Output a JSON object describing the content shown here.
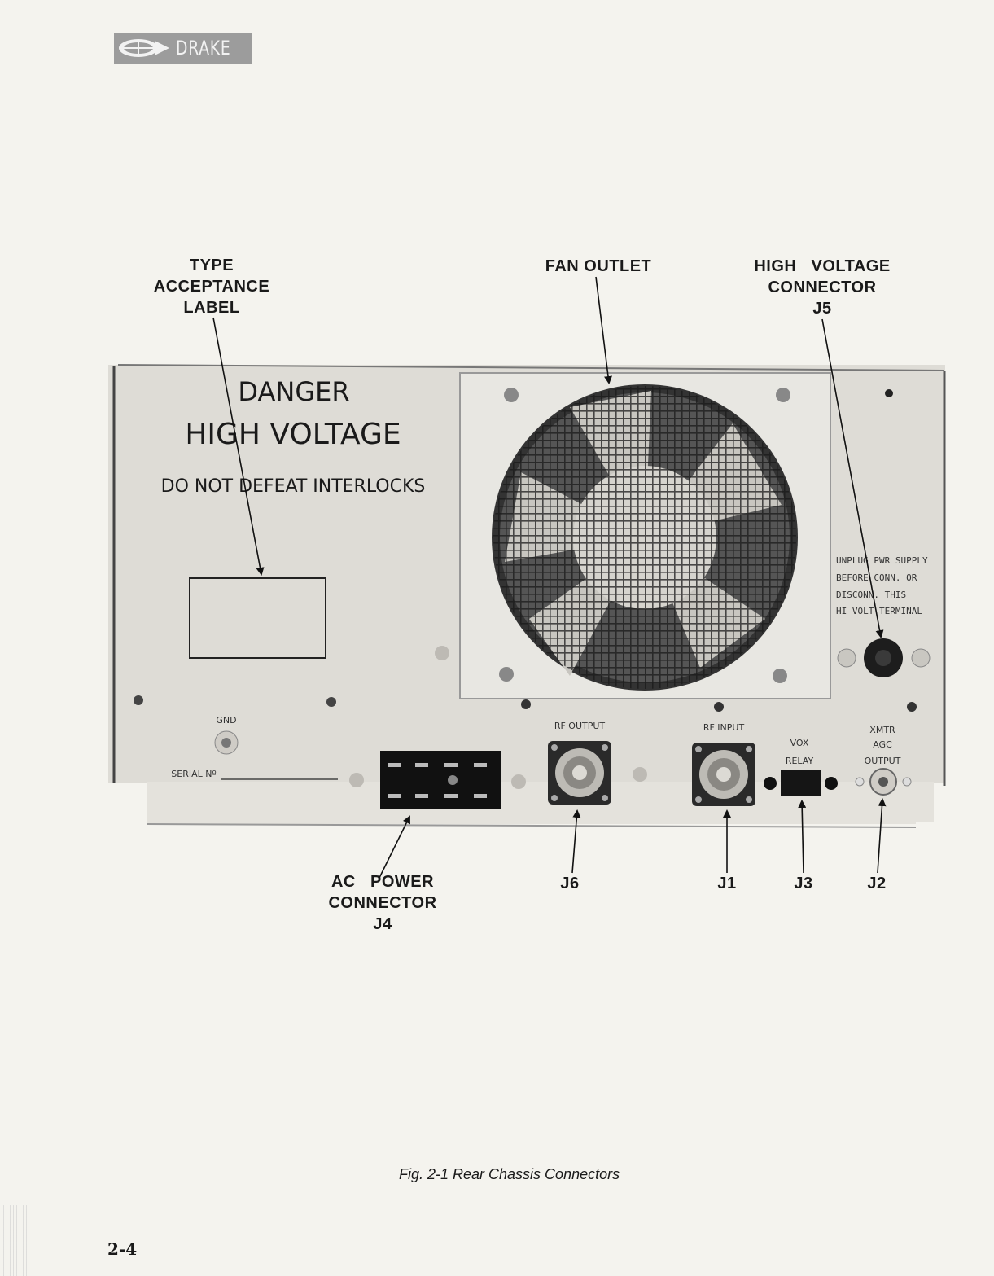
{
  "brand": {
    "name": "DRAKE"
  },
  "callouts": {
    "type_acceptance": [
      "TYPE",
      "ACCEPTANCE",
      "LABEL"
    ],
    "fan_outlet": "FAN OUTLET",
    "high_voltage": [
      "HIGH   VOLTAGE",
      "CONNECTOR",
      "J5"
    ],
    "ac_power": [
      "AC   POWER",
      "CONNECTOR",
      "J4"
    ],
    "j6": "J6",
    "j1": "J1",
    "j3": "J3",
    "j2": "J2"
  },
  "panel": {
    "danger": "DANGER",
    "high_voltage": "HIGH VOLTAGE",
    "interlocks": "DO NOT DEFEAT INTERLOCKS",
    "warning": [
      "UNPLUG PWR SUPPLY",
      "BEFORE CONN. OR",
      "DISCONN. THIS",
      "HI VOLT TERMINAL"
    ],
    "gnd": "GND",
    "serial": "SERIAL Nº",
    "rf_output": "RF OUTPUT",
    "rf_input": "RF INPUT",
    "vox": "VOX",
    "relay": "RELAY",
    "xmtr": "XMTR",
    "agc": "AGC",
    "output": "OUTPUT"
  },
  "caption": "Fig. 2-1 Rear Chassis Connectors",
  "page_number": "2-4",
  "colors": {
    "panel": "#dedcd6",
    "ink": "#1a1a1a",
    "logo": "#9c9c9c"
  }
}
